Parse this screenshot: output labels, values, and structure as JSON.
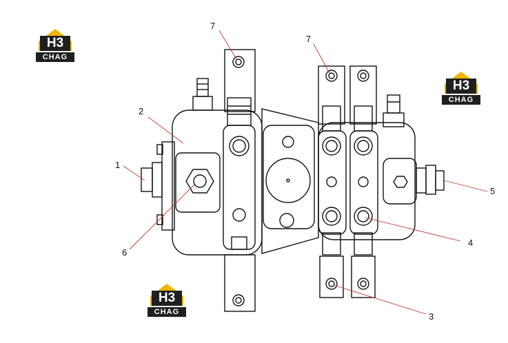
{
  "logo": {
    "mark": "H3",
    "brand": "CHAG",
    "accent": "#f2b300"
  },
  "callouts": [
    {
      "id": "7a",
      "label": "7"
    },
    {
      "id": "7b",
      "label": "7"
    },
    {
      "id": "2",
      "label": "2"
    },
    {
      "id": "1",
      "label": "1"
    },
    {
      "id": "6",
      "label": "6"
    },
    {
      "id": "5",
      "label": "5"
    },
    {
      "id": "4",
      "label": "4"
    },
    {
      "id": "3",
      "label": "3"
    }
  ],
  "colors": {
    "line": "#111111",
    "leader": "#c0392b"
  }
}
